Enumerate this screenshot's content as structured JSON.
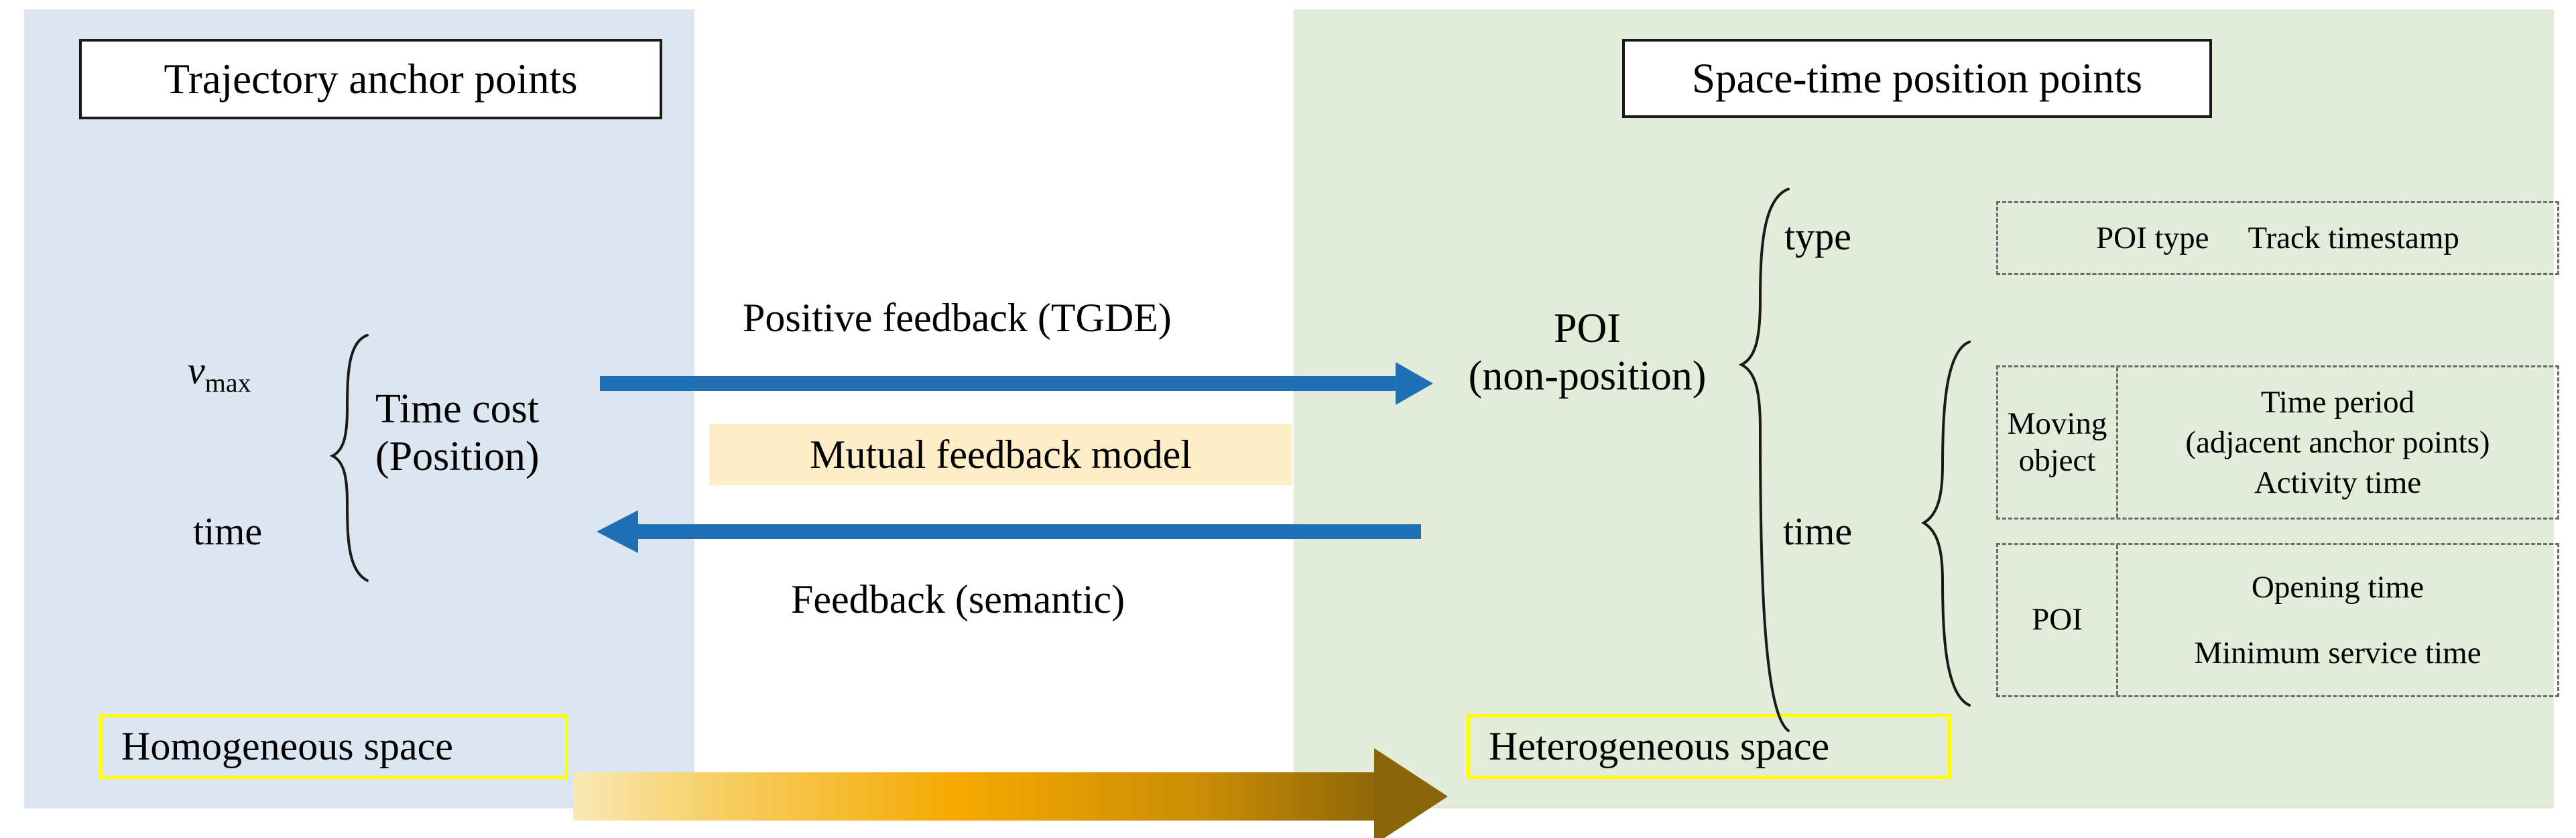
{
  "panels": {
    "left": {
      "name": "Homogeneous panel",
      "color": "#dce6f1"
    },
    "right": {
      "name": "Heterogeneous panel",
      "color": "#e3ecd8"
    }
  },
  "headers": {
    "left_title": "Trajectory anchor points",
    "right_title": "Space-time position points"
  },
  "left_side": {
    "vmax_base": "v",
    "vmax_sub": "max",
    "time": "time",
    "grouped_label_line1": "Time cost",
    "grouped_label_line2": "(Position)",
    "space_label": "Homogeneous space"
  },
  "center": {
    "top_arrow_label": "Positive feedback (TGDE)",
    "bottom_arrow_label": "Feedback (semantic)",
    "highlight_label": "Mutual feedback model",
    "highlight_color": "#fdeec8",
    "arrow_color": "#1f6fb5",
    "gradient_arrow_colors": [
      "#f7e2a0",
      "#f5a800",
      "#8a6508"
    ]
  },
  "right_side": {
    "poi_line1": "POI",
    "poi_line2": "(non-position)",
    "branch_type": "type",
    "branch_time": "time",
    "space_label": "Heterogeneous space",
    "type_box": {
      "items": [
        "POI type",
        "Track timestamp"
      ]
    },
    "time_boxes": [
      {
        "owner": "Moving\nobject",
        "owner_line1": "Moving",
        "owner_line2": "object",
        "attributes": [
          "Time period",
          "(adjacent anchor points)",
          "Activity time"
        ]
      },
      {
        "owner_line1": "POI",
        "owner_line2": "",
        "attributes": [
          "Opening time",
          "Minimum service time"
        ]
      }
    ]
  },
  "colors": {
    "yellow_outline": "#ffff00",
    "dashed_border": "#6b6b6b",
    "box_border": "#1a1a1a",
    "text": "#000000"
  }
}
